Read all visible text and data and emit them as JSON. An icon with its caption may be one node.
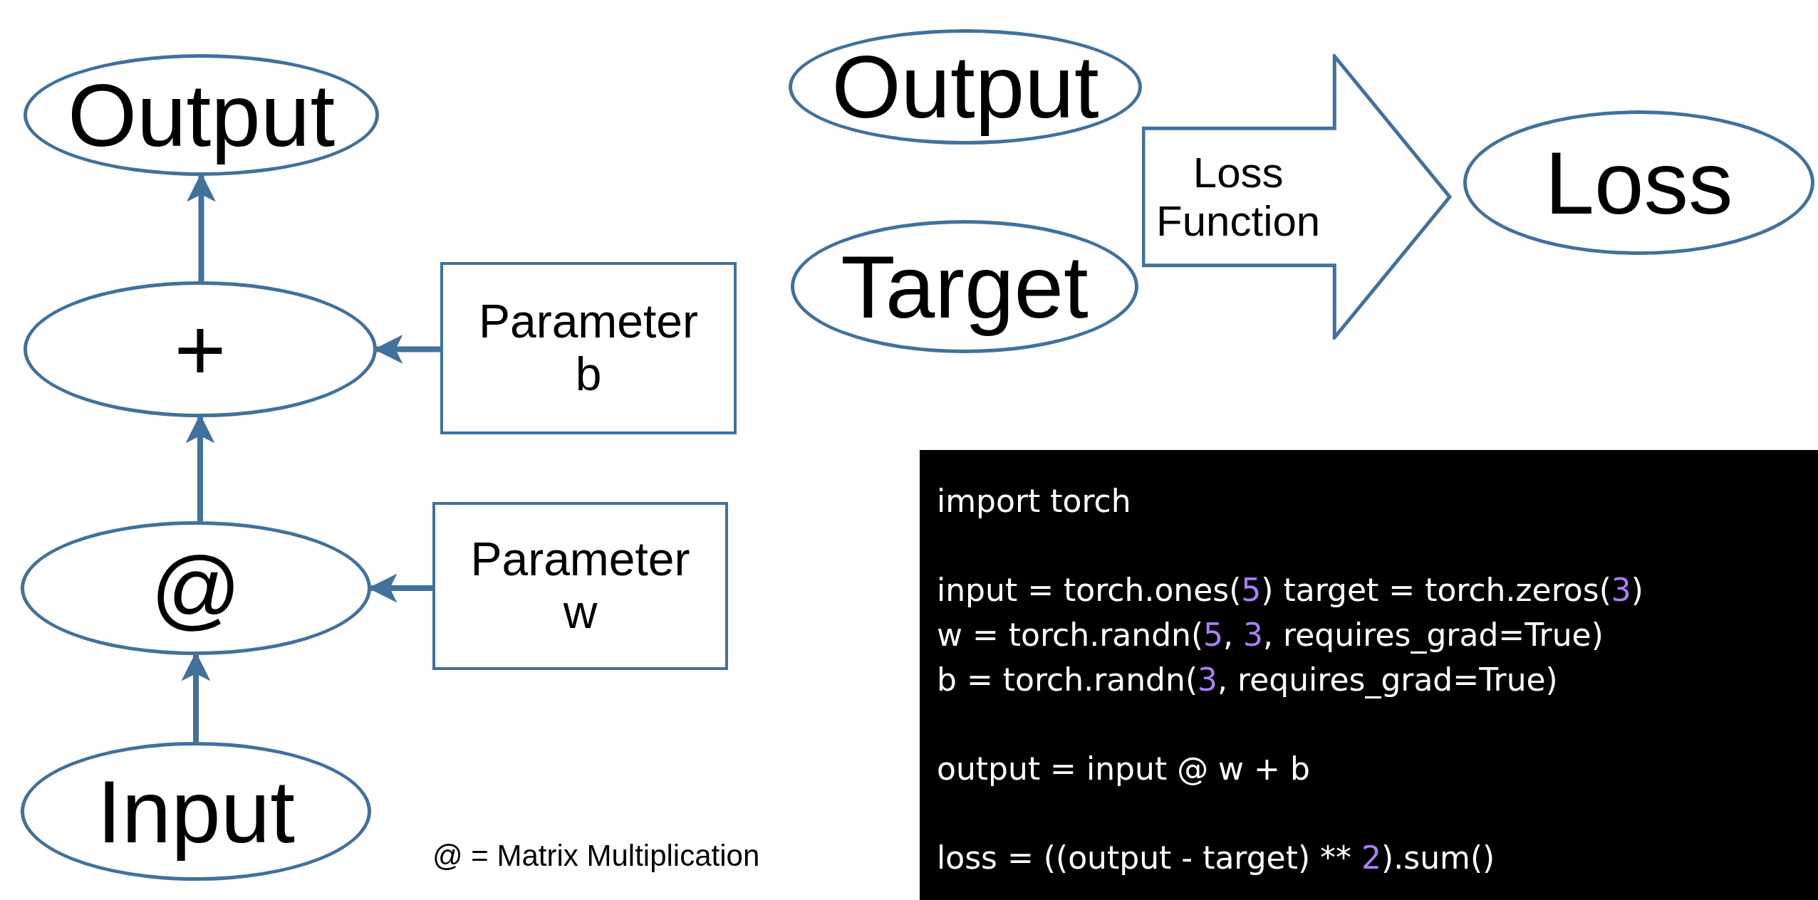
{
  "diagram": {
    "nodes": [
      {
        "text": [
          "Output"
        ]
      },
      {
        "text": [
          "+"
        ]
      },
      {
        "text": [
          "Parameter b"
        ]
      },
      {
        "text": [
          "@"
        ]
      },
      {
        "text": [
          "Parameter w"
        ]
      },
      {
        "text": [
          "Input"
        ]
      },
      {
        "text": [
          "Output"
        ]
      },
      {
        "text": [
          "Target"
        ]
      },
      {
        "text": [
          "Loss Function"
        ]
      },
      {
        "text": [
          "Loss"
        ]
      },
      {
        "text": [
          "import torch",
          "input = torch.ones(5) target = torch.zeros(3)",
          "w = torch.randn(5, 3, requires_grad=True)",
          "b = torch.randn(3, requires_grad=True)",
          "output = input @ w + b",
          "loss = ((output - target) ** 2).sum()"
        ]
      }
    ],
    "edges": [
      {
        "from": 5,
        "to": 3,
        "arrow": "to"
      },
      {
        "from": 3,
        "to": 1,
        "arrow": "to"
      },
      {
        "from": 1,
        "to": 0,
        "arrow": "to"
      },
      {
        "from": 2,
        "to": 1,
        "arrow": "to"
      },
      {
        "from": 4,
        "to": 3,
        "arrow": "to"
      }
    ],
    "labels": [
      "@ = Matrix Multiplication"
    ]
  }
}
